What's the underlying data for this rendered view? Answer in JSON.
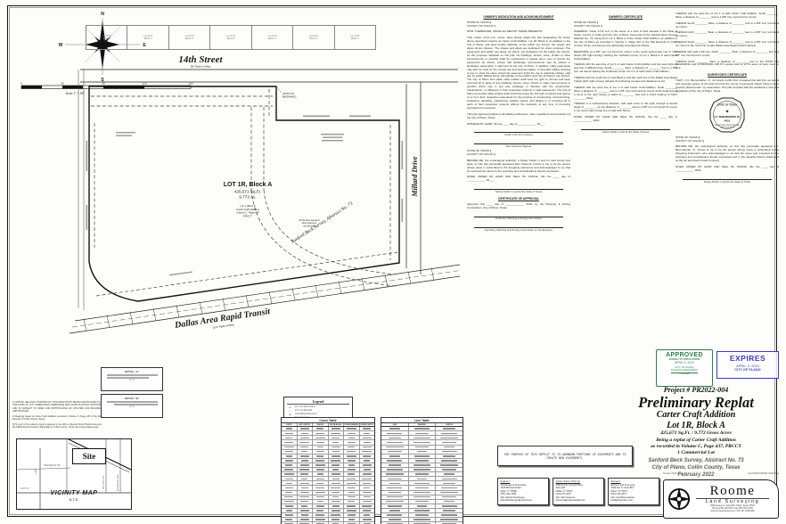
{
  "drawing": {
    "compass": {
      "n": "N",
      "e": "E",
      "s": "S",
      "w": "W"
    },
    "scale_bar": {
      "ticks": [
        "0",
        "30",
        "60",
        "120",
        "180"
      ],
      "label": "Scale 1\" = 60'"
    },
    "street_top": {
      "name": "14th Street",
      "row": "(90' Right-of-Way)"
    },
    "street_right": {
      "name": "Millard Drive"
    },
    "railroad": {
      "name": "Dallas Area Rapid Transit",
      "row": "(100' Right-of-Way)"
    },
    "survey_line": "Sanford Beck Survey, Abstract No. 73",
    "pob_1": "(POINT OF",
    "pob_2": "BEGINNING)",
    "lot_label": {
      "title": "LOT 1R, Block A",
      "sqft": "425,671 Sq.Ft.",
      "acres": "9.772 Ac.",
      "prior": [
        "Lot 1, Block A",
        "Carter Craft Addition",
        "Volume C, Page 437",
        "PRCCT"
      ]
    },
    "firelane": [
      "24' fire lane, access &",
      "utility easement",
      "(by this plat)"
    ],
    "top_lots": [
      {
        "l1": "Lot 25-R",
        "l2": "Block 4"
      },
      {
        "l1": "Lot 24-R",
        "l2": "Block 4"
      },
      {
        "l1": "Lot 23-R",
        "l2": "Block 4"
      },
      {
        "l1": "Lot 22-R",
        "l2": "Block 4"
      },
      {
        "l1": "Lot 21-R",
        "l2": "Block 4"
      },
      {
        "l1": "Lot 20-R",
        "l2": "Block 4"
      },
      {
        "l1": "Lot 19-R",
        "l2": "Block 4"
      }
    ],
    "details": [
      {
        "title": "DETAIL \"A\"",
        "scale": "N.T.S."
      },
      {
        "title": "DETAIL \"B\"",
        "scale": "N.T.S."
      }
    ]
  },
  "notes": [
    "1) NOTICE: SELLING A PORTION OF THIS ADDITION BY METES AND BOUNDS IS A VIOLATION OF CITY SUBDIVISION ORDINANCE AND STATE PLATTING STATUTES AND IS SUBJECT TO FINES AND WITHHOLDING OF UTILITIES AND BUILDING CERTIFICATES.",
    "2) Bearings based on Carter Craft Addition recorded in Volume C, Page 437 of the Plat Records of Collin County, Texas.",
    "3) No part of the subject property appears to lie within a Special Flood Hazard Area per the FEMA Flood Insurance Rate Map for Collin County, Texas and incorporated areas."
  ],
  "vicinity": {
    "site": "Site",
    "title": "VICINITY MAP",
    "scale": "N.T.S.",
    "streets": [
      "14TH ST",
      "PRESIDENT DR",
      "K AVE",
      "MILLARD DR",
      "MUNICIPAL AVE"
    ]
  },
  "legend": {
    "title": "Legend",
    "items": [
      {
        "sym": "●",
        "label": "1/2\" Iron Rod Found"
      },
      {
        "sym": "○",
        "label": "1/2\" Iron Rod Set"
      },
      {
        "sym": "▲",
        "label": "Controlling Monument"
      },
      {
        "sym": "– –",
        "label": "Easement Line"
      }
    ]
  },
  "tables": {
    "curve": {
      "title": "Curve Table",
      "headers": [
        "CURVE",
        "ARC LENGTH",
        "RADIUS",
        "DELTA ANGLE",
        "CHORD BEARING",
        "CHORD LENGTH"
      ],
      "rows": 22
    },
    "line": {
      "title": "Line Table",
      "headers": [
        "LINE",
        "BEARING",
        "LENGTH"
      ],
      "rows": 22
    }
  },
  "legal": {
    "col1": {
      "blocks": [
        {
          "t": "h",
          "x": "OWNER'S DEDICATION AND ACKNOWLEDGMENT"
        },
        {
          "t": "duo",
          "x": "STATE OF TEXAS       §\nCOUNTY OF COLLIN   §"
        },
        {
          "t": "p",
          "x": "NOW, THEREFORE, KNOW ALL MEN BY THESE PRESENTS:"
        },
        {
          "t": "p",
          "x": "That, Carter 1714 LLC, owner, does hereby adopt this plat designating the herein above described property as Carter Craft Addition, Lot 1R, Block A, an addition to the City of Plano, and does hereby dedicate, to the public use forever, the streets and alleys shown thereon. The streets and alleys are dedicated for street purposes. The easements and public use areas, as shown, are dedicated, for the public use forever, for the purposes indicated on this plat. No buildings, fences, trees, shrubs or other improvements or growths shall be constructed or placed upon, over or across the easements as shown, except that landscape improvements may be placed in landscape easements, if approved by the City of Plano. In addition, utility easements may also be used for the mutual use and accommodation of all public utilities desiring to use or using the same unless the easement limits the use to particular utilities, said use by public utilities being subordinate to the public's and City of Plano's use thereof. The City of Plano and public utility entities shall have the right to remove and keep removed all or parts of any buildings, fences, trees, shrubs or other improvements or growths which may in any way endanger or interfere with the construction, maintenance, or efficiency of their respective systems in said easements. The City of Plano and public utility entities shall at all times have the full right of ingress and egress to or from their respective easements for the purpose of constructing, reconstructing, inspecting, patrolling, maintaining, reading meters, and adding to or removing all or parts of their respective systems without the necessity at any time of procuring permission from anyone."
        },
        {
          "t": "p",
          "x": "This plat approved subject to all platting ordinances, rules, regulations and resolution of the City of Plano, Texas."
        },
        {
          "t": "p",
          "x": "WITNESS MY HAND, this the ____ day of ____________, 20___."
        },
        {
          "t": "sig",
          "x": "Carter 1714 LLC (Owner)"
        },
        {
          "t": "sig",
          "x": "Sam Cheema (Signee)"
        },
        {
          "t": "duo",
          "x": "STATE OF TEXAS       §\nCOUNTY OF COLLIN   §"
        },
        {
          "t": "p",
          "x": "BEFORE ME, the undersigned authority, a Notary Public in and for said county and state, on this day personally appeared Sam Cheema, known to me to be the person whose name is subscribed to the foregoing instrument and acknowledged to me that he executed the same for the purposes and considerations therein expressed."
        },
        {
          "t": "p",
          "x": "GIVEN UNDER MY HAND AND SEAL OF OFFICE, this the ____ day of ____________, 20___."
        },
        {
          "t": "sig",
          "x": "Notary Public in and for the State of Texas"
        },
        {
          "t": "h",
          "x": "CERTIFICATE OF APPROVAL"
        },
        {
          "t": "p",
          "x": "Approved this ____ day of ____________, 2022, by the Planning & Zoning Commission, City of Plano, Texas."
        },
        {
          "t": "sig",
          "x": "Chairman, Planning & Zoning Commission"
        },
        {
          "t": "sig",
          "x": "Secretary, Planning and Zoning Commission or City Engineer"
        }
      ]
    },
    "col2": {
      "blocks": [
        {
          "t": "h",
          "x": "OWNER'S CERTIFICATE"
        },
        {
          "t": "duo",
          "x": "STATE OF TEXAS       §\nCOUNTY OF COLLIN   §"
        },
        {
          "t": "p",
          "x": "WHEREAS, Carter 1714 LLC is the owner of a tract of land situated in the State of Texas, County of Collin and the City of Plano, being part of the Sanford Beck Survey, Abstract No. 73, being all of Lot 1, Block A of the Carter Craft Addition, an addition to the City of Plano as recorded in Volume C, Page 437 of the Plat Records of Collin County, Texas, and being more particularly described as follows:"
        },
        {
          "t": "p",
          "x": "BEGINNING at a 5/8\" iron rod found for corner in the south right-of-way line of 14th Street (90' right-of-way) marking the northeast corner of Lot 1, Block A of said Carter Craft Addition;"
        },
        {
          "t": "p",
          "x": "THENCE with the east line of Lot 1 of said Carter Craft Addition and the west right-of-way line of Millard Drive, South ________ East, a distance of ________ feet to a 5/8\" iron rod found marking the southeast corner of Lot 1 of said Carter Craft Addition;"
        },
        {
          "t": "p",
          "x": "THENCE with the south line of said Block A and the north line of the Dallas Area Rapid Transit (100' right-of-way) railroad, the following courses and distances to wit;"
        },
        {
          "t": "p",
          "x": "THENCE with the west line of Lot 1 of said Carter Craft Addition, North ________ West, a distance of ________ feet to a 5/8\" iron rod found for corner at the beginning of a curve to the right having a radius of ________ feet and a chord bearing of North ________ West;"
        },
        {
          "t": "p",
          "x": "THENCE in a northwesterly direction, with said curve to the right, through a central angle of ________, an arc distance of ________ feet to a 5/8\" iron rod found for corner in the south right-of-way line of said 14th Street;"
        },
        {
          "t": "p",
          "x": "GIVEN UNDER MY HAND AND SEAL OF OFFICE, this the ____ day of ____________, 2022."
        },
        {
          "t": "sig",
          "x": "Notary Public in and for the State of Texas"
        }
      ]
    },
    "col3": {
      "blocks": [
        {
          "t": "p",
          "x": "THENCE with the east line of Lot 1 of said Carter Craft Addition, South ________ West, a distance of ________ feet to a 5/8\" iron rod found for corner;"
        },
        {
          "t": "p",
          "x": "THENCE South ________ West, a distance of ________ feet to a 5/8\" iron rod found for corner;"
        },
        {
          "t": "p",
          "x": "THENCE North ________ West, a distance of ________ feet to a 5/8\" iron rod found for corner;"
        },
        {
          "t": "p",
          "x": "THENCE South ________ West, a distance of ________ feet to a 5/8\" iron rod found for corner in the north line of said Dallas Area Rapid Transit railroad;"
        },
        {
          "t": "p",
          "x": "THENCE with said north line, North ________ West, a distance of ________ feet to a 5/8\" iron rod found for corner;"
        },
        {
          "t": "p",
          "x": "THENCE North ________ East, a distance of ________ feet to the POINT OF BEGINNING and CONTAINING 425,671 square feet or 9.772 acres of land, more or less."
        },
        {
          "t": "h",
          "x": "SURVEYOR'S CERTIFICATE"
        },
        {
          "t": "p",
          "x": "THAT I, F.C. Bemenderfer, Jr., do hereby certify that I prepared this plat from an actual and accurate survey of the land and that the corner monuments shown thereon were properly placed under my supervision. This plat complies with the subdivision rules and regulations of the City of Plano, Texas."
        },
        {
          "t": "seal"
        },
        {
          "t": "duo",
          "x": "STATE OF TEXAS       §\nCOUNTY OF COLLIN   §"
        },
        {
          "t": "p",
          "x": "BEFORE ME, the undersigned authority, on this day personally appeared F.C. Bemenderfer, Jr., known to me to be the person whose name is subscribed to the foregoing instrument, who acknowledged to me that the same was executed for the purposes and consideration therein expressed and in the capacity therein stated and as the act and deed of said company."
        },
        {
          "t": "p",
          "x": "GIVEN UNDER MY HAND AND SEAL OF OFFICE, this the ____ day of ____________, 2022."
        },
        {
          "t": "sig",
          "x": "Notary Public in and for the State of Texas"
        }
      ]
    }
  },
  "seal": {
    "top": "STATE OF TEXAS",
    "name": "F.C. BEMENDERFER JR.",
    "num": "4051",
    "b1": "REGISTERED PROFESSIONAL",
    "b2": "LAND SURVEYOR",
    "star": "★"
  },
  "stamps": {
    "approved": {
      "l1": "APPROVED",
      "l2": "SUBJECT TO STIPULATIONS",
      "l3": "APRIL 4, 2022",
      "l4": "CITY OF PLANO",
      "l5": "PLANNING DEPARTMENT",
      "l6": "PLANNER",
      "color": "#2e8049"
    },
    "expires": {
      "l1": "EXPIRES",
      "l2": "APRIL 4, 2024",
      "l3": "CITY OF PLANO",
      "color": "#3b3bc0"
    }
  },
  "title_block": {
    "project": "Project # PR2022-004",
    "main": "Preliminary Replat",
    "sub1": "Carter Craft Addition",
    "sub2": "Lot 1R, Block A",
    "d1": "425,671 Sq.Ft. / 9.772 Gross Acres",
    "d2": "Being a replat of Carter Craft Addition",
    "d3": "as recorded in Volume C, Page 437, PRCCT",
    "d4": "1 Commercial Lot",
    "s1": "Sanford Beck Survey, Abstract No. 73",
    "s2": "City of Plano, Collin County, Texas",
    "s3": "February 2022"
  },
  "purpose": "THE PURPOSE OF THIS REPLAT IS TO ABANDON PORTIONS OF EASEMENTS AND TO CREATE NEW EASEMENTS.",
  "contacts": [
    {
      "role": "Engineer:",
      "lines": [
        "Heimberger & Associates",
        "7525 Bowman Road",
        "Wylie, Tx 75098",
        "(972) 442-7458",
        "Attn: Randy Heimberger",
        "Randyheimberger@verizon.net"
      ]
    },
    {
      "role": "Owner: Carter 1714 LLC",
      "lines": [
        "1150 Empire Central Place,",
        "Suite 110",
        "Dallas, Tx 75247",
        "(214) 277-3447",
        "Attn: Sam Cheema",
        "scheema@cortexcapital.com"
      ]
    },
    {
      "role": "Surveyor:",
      "lines": [
        "Roome Land Surveying",
        "2000 Ave G, Suite 810",
        "Plano, Tx 75074",
        "(972) 423-4372",
        "Attn: Fred Bemenderfer",
        "fredb@roomeinc.com"
      ]
    }
  ],
  "logo": {
    "name": "Roome",
    "sub": "Land Surveying",
    "lines": [
      "2000 Avenue G, Suite 810  •  Plano, Texas 75074",
      "Phone (972) 423-4372 / Fax (972) 423-7523",
      "www.roomesurveying.com / Firm No. 10013100"
    ]
  },
  "meta": {
    "revised": "Revised: 03/14/2022",
    "file": "PLAT\\2022\\CARTER CROFT.dwg"
  }
}
